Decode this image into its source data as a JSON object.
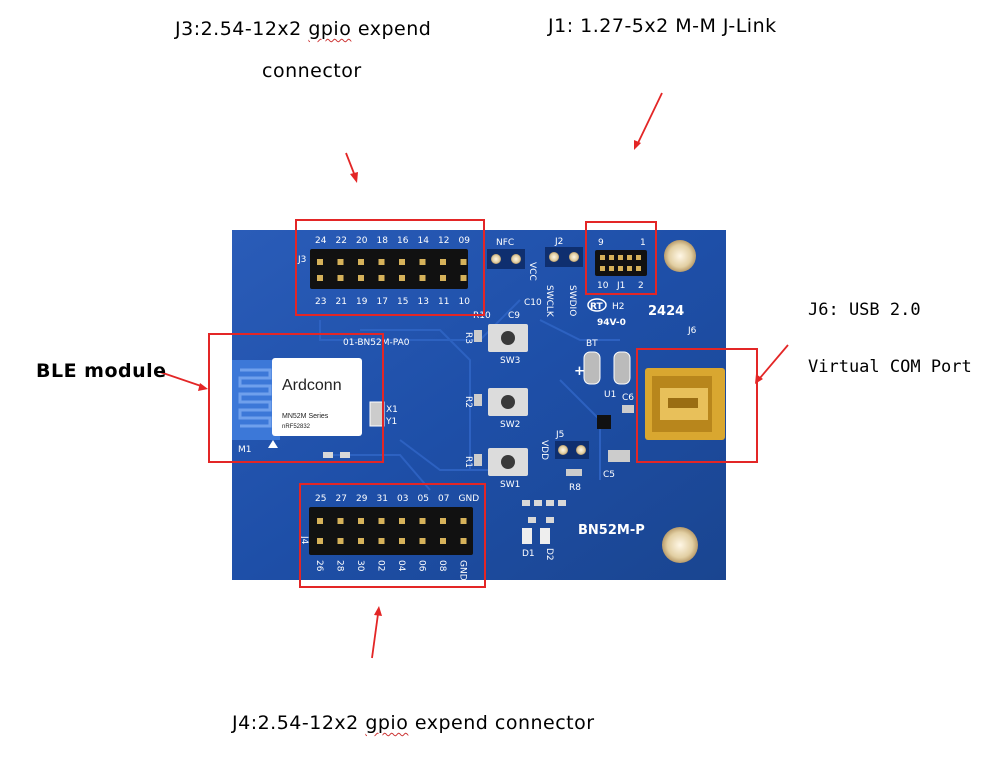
{
  "callouts": {
    "j3_line1_prefix": "J3:2.54-12x2 ",
    "j3_line1_squiggle": "gpio",
    "j3_line1_suffix": " expend",
    "j3_line2": "connector",
    "j1": "J1: 1.27-5x2 M-M J-Link",
    "j6_line1": "J6: USB 2.0",
    "j6_line2": "Virtual COM Port",
    "ble": "BLE module",
    "j4_prefix": "J4:2.54-12x2 ",
    "j4_squiggle": "gpio",
    "j4_suffix": " expend connector"
  },
  "board": {
    "j3_top_pins": [
      "24",
      "22",
      "20",
      "18",
      "16",
      "14",
      "12",
      "09"
    ],
    "j3_bottom_pins": [
      "23",
      "21",
      "19",
      "17",
      "15",
      "13",
      "11",
      "10"
    ],
    "j3_label": "J3",
    "j4_top_pins": [
      "25",
      "27",
      "29",
      "31",
      "03",
      "05",
      "07",
      "GND"
    ],
    "j4_bottom_pins": [
      "26",
      "28",
      "30",
      "02",
      "04",
      "06",
      "08",
      "GND"
    ],
    "j4_label": "J4",
    "nfc": "NFC",
    "vcc": "VCC",
    "j2": "J2",
    "swclk": "SWCLK",
    "swdio": "SWDIO",
    "j1_label": "J1",
    "j1_pin9": "9",
    "j1_pin10": "10",
    "j1_pin1": "1",
    "j1_pin2": "2",
    "rt": "RT",
    "h2": "H2",
    "v0": "94V-0",
    "datecode": "2424",
    "module_ref": "01-BN52M-PA0",
    "module_brand": "Ardconn",
    "module_series": "MN52M Series",
    "module_chip": "nRF52832",
    "m1": "M1",
    "sw3": "SW3",
    "sw2": "SW2",
    "sw1": "SW1",
    "bt": "BT",
    "j6": "J6",
    "u1": "U1",
    "c6": "C6",
    "j5": "J5",
    "c5": "C5",
    "r8": "R8",
    "d1": "D1",
    "d2": "D2",
    "board_name": "BN52M-P",
    "r1": "R1",
    "r2": "R2",
    "r3": "R3",
    "r10": "R10",
    "c9": "C9",
    "c10": "C10",
    "x1": "X1",
    "y1": "Y1"
  },
  "colors": {
    "pcb": "#1e4fa8",
    "highlight_box": "#e32626",
    "arrow": "#e32626",
    "silkscreen": "#ffffff"
  }
}
